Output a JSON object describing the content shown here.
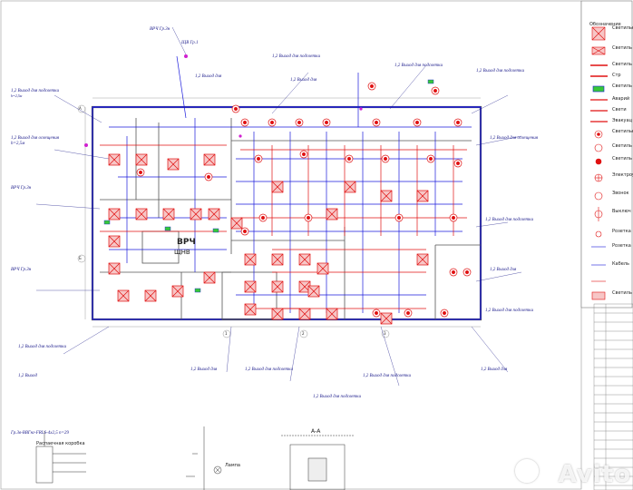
{
  "legend": {
    "title": "Обозначение",
    "entries": [
      "Светильник",
      "Светиль",
      "Светиль",
      "Стр",
      "Светиль",
      "Аварий",
      "Свети",
      "Эвакуац",
      "Светильн",
      "Светиль",
      "Светиль",
      "Электроус",
      "Звонок",
      "Выключ",
      "Розетка",
      "Розетка",
      "Кабель",
      "Светиль"
    ]
  },
  "plan": {
    "room_label_main": "ВРЧ",
    "room_label_sub": "ЩНВ",
    "section_label": "А-А",
    "switchboard_label": "Распаечная коробка",
    "lamp_label": "Лампа",
    "grid_axes": [
      "A",
      "Б",
      "1",
      "2",
      "3"
    ]
  },
  "colors": {
    "wire_blue": "#1a1adc",
    "wire_red": "#e01010",
    "fixture_pink": "#e87070",
    "text_blue": "#1a1a8a",
    "wall": "#555555"
  },
  "watermark": "Avito"
}
